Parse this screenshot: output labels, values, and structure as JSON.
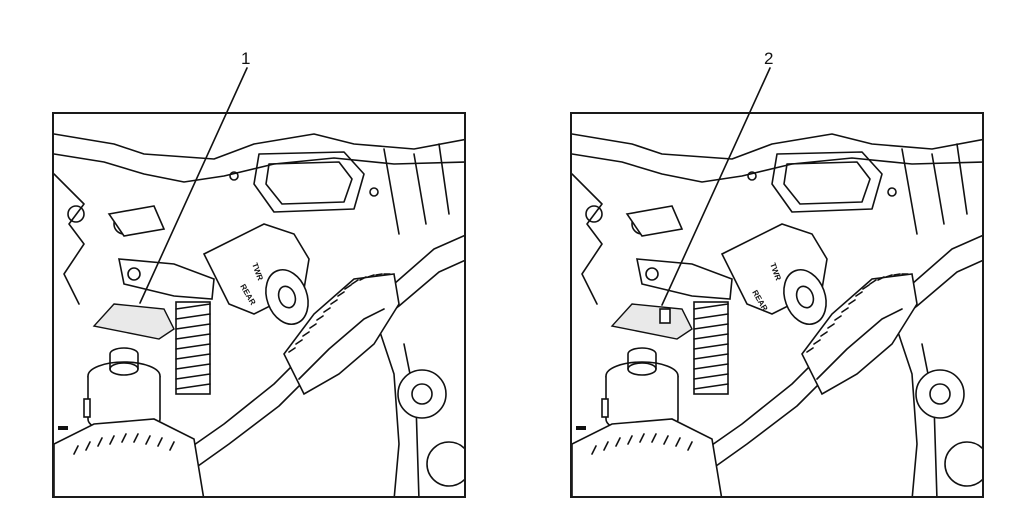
{
  "figure": {
    "callouts": [
      {
        "number": "1"
      },
      {
        "number": "2"
      }
    ],
    "embossed_text": {
      "rear": "REAR",
      "twr": "TWR"
    },
    "colors": {
      "line": "#111111",
      "background": "#ffffff",
      "shade": "#e9e9e9"
    }
  }
}
